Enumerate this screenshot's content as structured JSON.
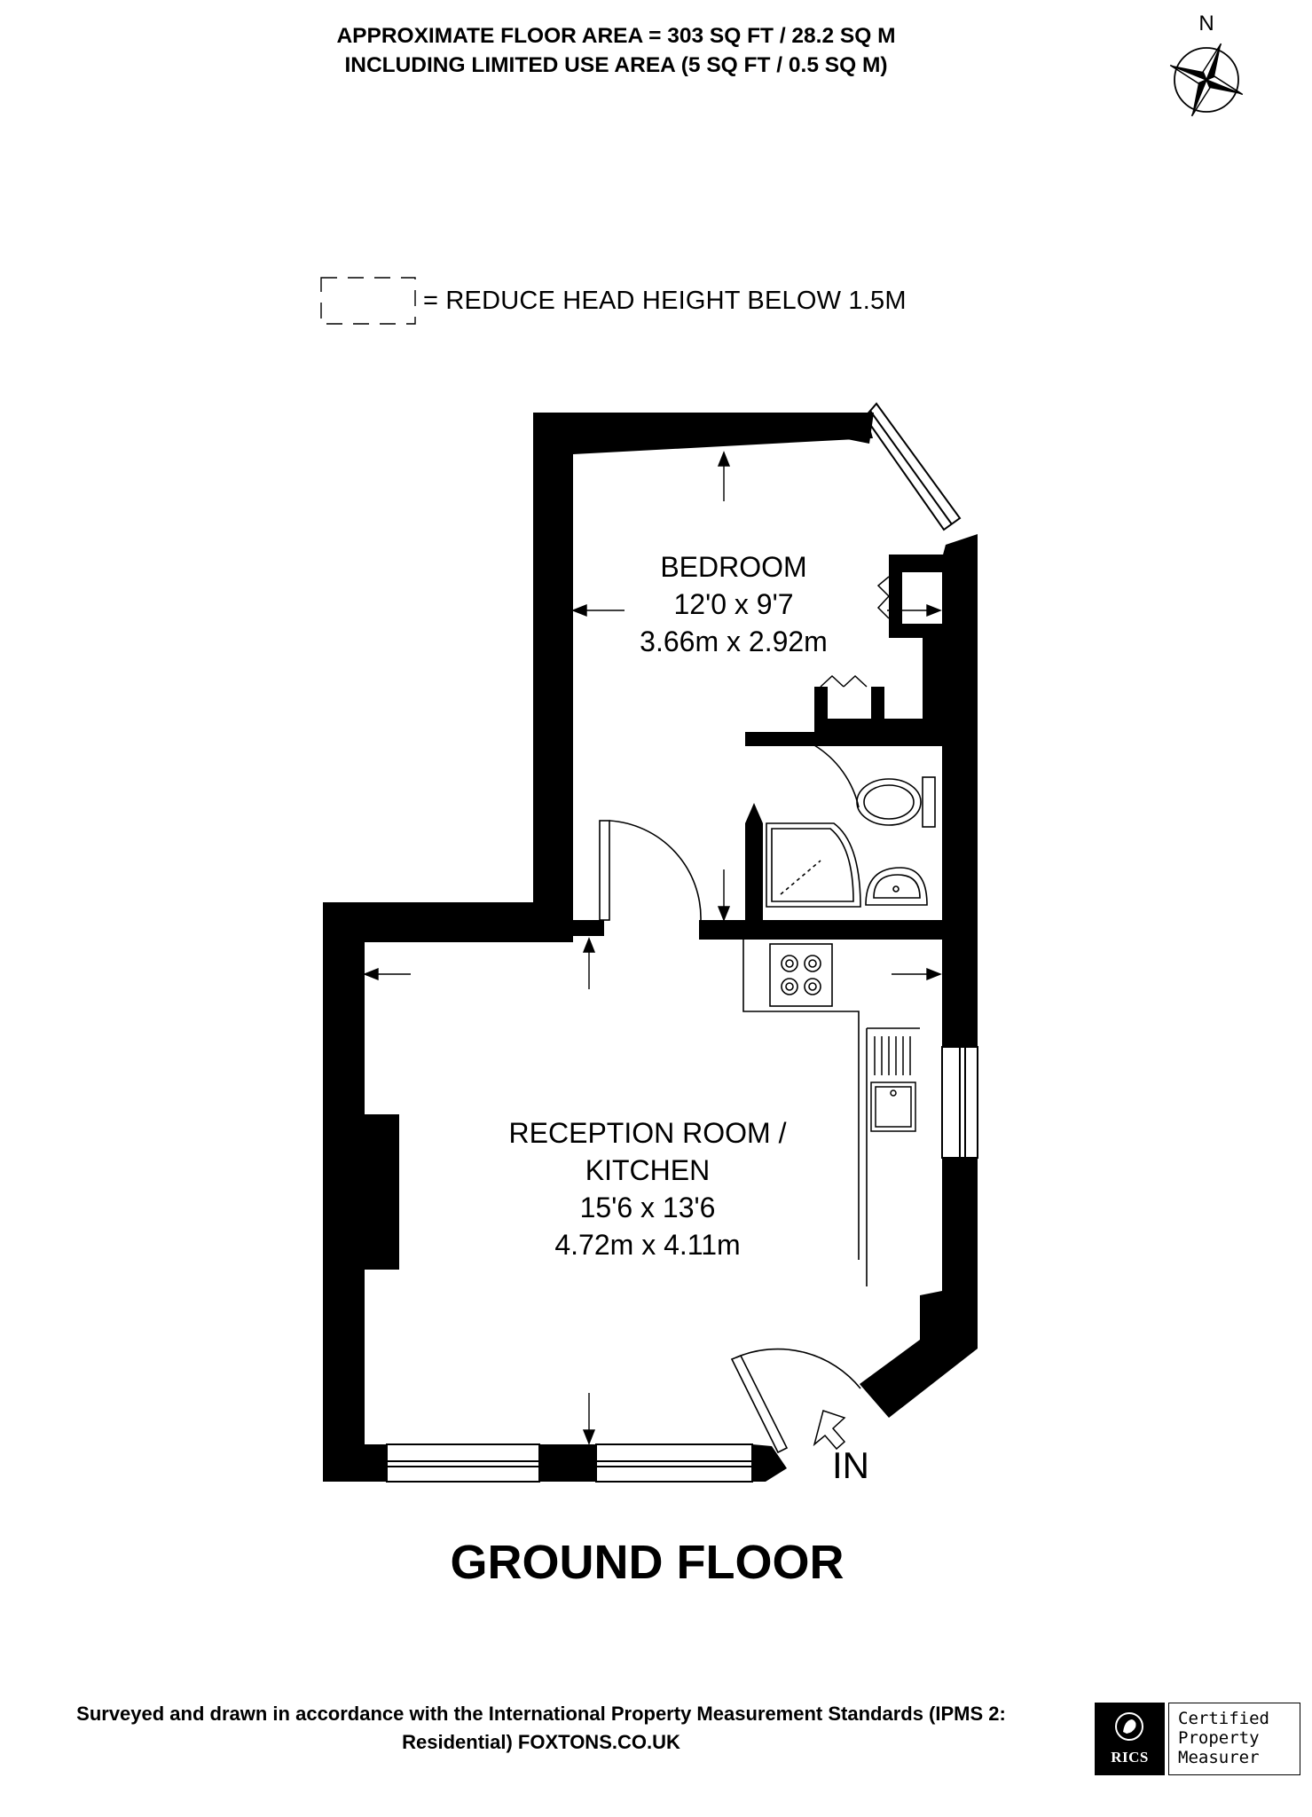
{
  "header": {
    "line1": "APPROXIMATE FLOOR AREA = 303 SQ FT / 28.2 SQ M",
    "line2": "INCLUDING LIMITED USE AREA (5 SQ FT / 0.5 SQ M)"
  },
  "compass": {
    "label": "N"
  },
  "legend": {
    "text": "= REDUCE HEAD HEIGHT BELOW 1.5M"
  },
  "rooms": {
    "bedroom": {
      "name": "BEDROOM",
      "imperial": "12'0 x 9'7",
      "metric": "3.66m x 2.92m"
    },
    "reception": {
      "name_line1": "RECEPTION ROOM /",
      "name_line2": "KITCHEN",
      "imperial": "15'6 x 13'6",
      "metric": "4.72m x 4.11m"
    }
  },
  "entrance": {
    "label": "IN"
  },
  "floor": {
    "title": "GROUND FLOOR"
  },
  "footer": {
    "line1": "Surveyed and drawn in accordance with the International Property Measurement Standards (IPMS 2:",
    "line2": "Residential) FOXTONS.CO.UK"
  },
  "badge": {
    "logo_text": "RICS",
    "line1": "Certified",
    "line2": "Property",
    "line3": "Measurer"
  }
}
